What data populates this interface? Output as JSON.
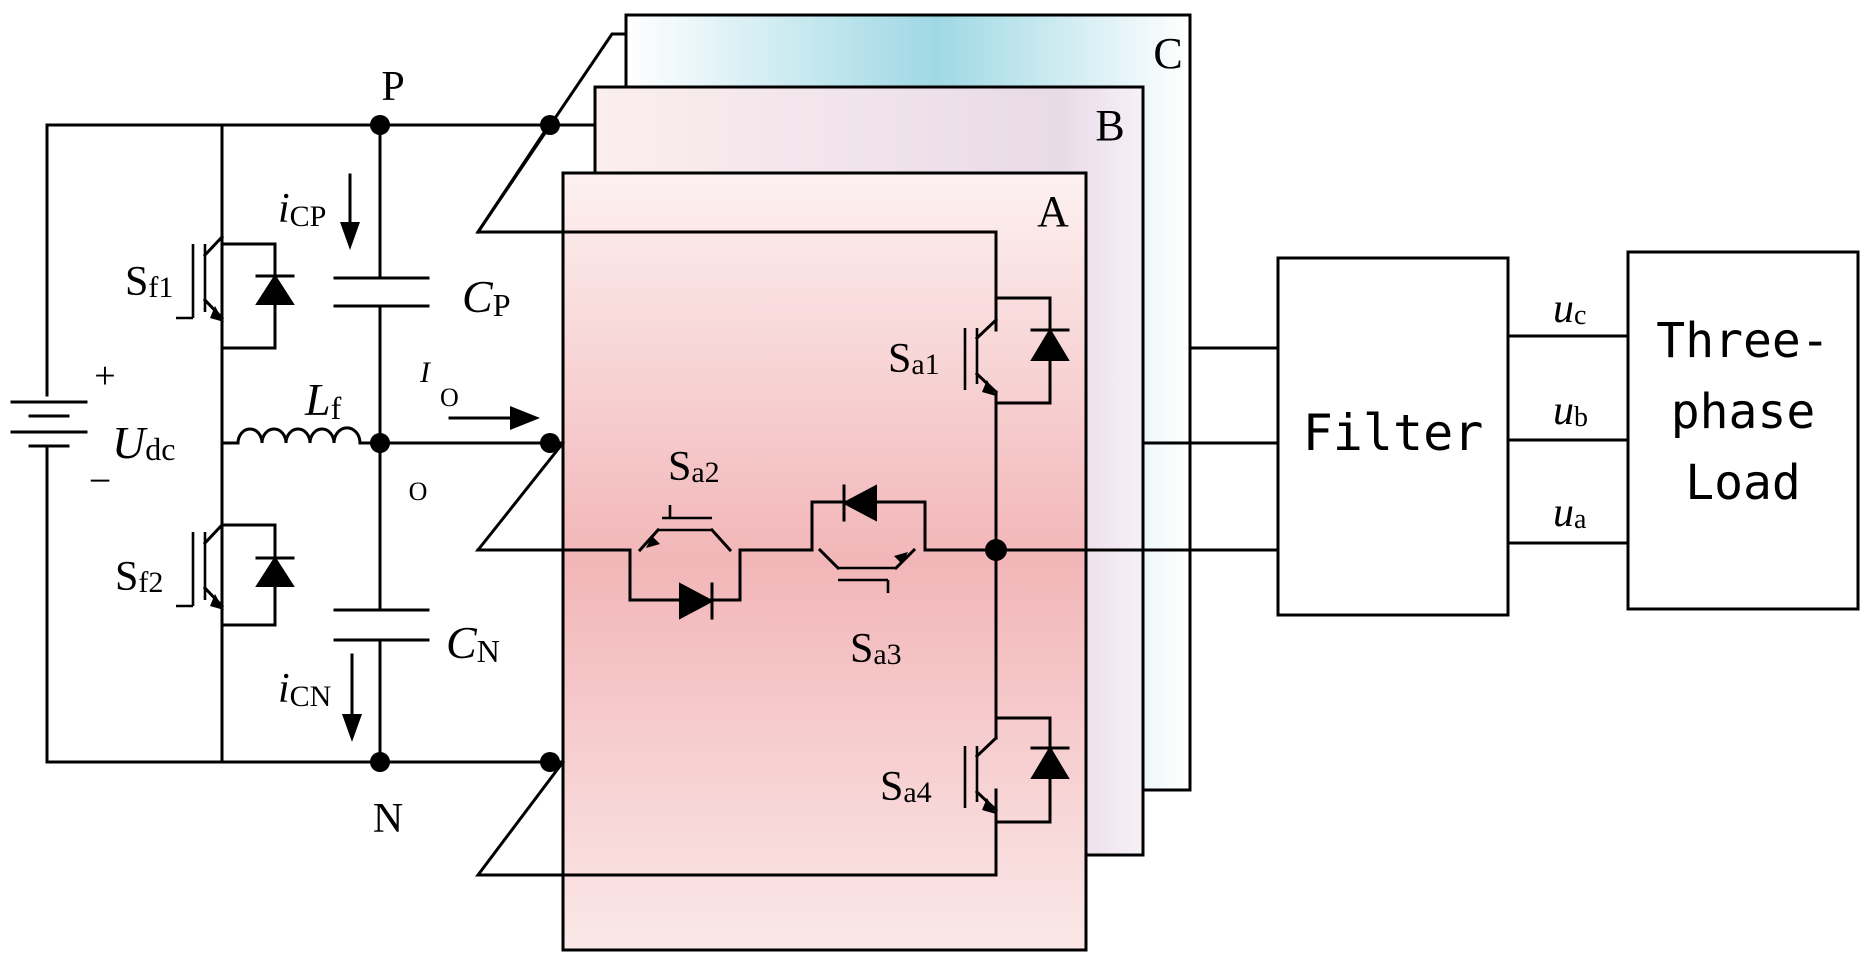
{
  "labels": {
    "node_p": "P",
    "node_n": "N",
    "node_o": "O",
    "current_cp_main": "i",
    "current_cp_sub": "CP",
    "current_cn_main": "i",
    "current_cn_sub": "CN",
    "current_o_main": "I",
    "current_o_sub": "O",
    "cap_p_main": "C",
    "cap_p_sub": "P",
    "cap_n_main": "C",
    "cap_n_sub": "N",
    "inductor_main": "L",
    "inductor_sub": "f",
    "source_main": "U",
    "source_sub": "dc",
    "plus": "+",
    "minus": "−",
    "sf1_main": "S",
    "sf1_sub": "f1",
    "sf2_main": "S",
    "sf2_sub": "f2",
    "sa1_main": "S",
    "sa1_sub": "a1",
    "sa2_main": "S",
    "sa2_sub": "a2",
    "sa3_main": "S",
    "sa3_sub": "a3",
    "sa4_main": "S",
    "sa4_sub": "a4",
    "phase_a": "A",
    "phase_b": "B",
    "phase_c": "C",
    "filter": "Filter",
    "load_line1": "Three-",
    "load_line2": "phase",
    "load_line3": "Load",
    "uc_main": "u",
    "uc_sub": "c",
    "ub_main": "u",
    "ub_sub": "b",
    "ua_main": "u",
    "ua_sub": "a"
  },
  "colors": {
    "panel_a": [
      "#fdf1f1",
      "#f2b6b8",
      "#fbe8e8"
    ],
    "panel_b": [
      "#fbeeee",
      "#e6d8e6",
      "#f7f0f6"
    ],
    "panel_c": [
      "#ffffff",
      "#9fd8e4",
      "#ffffff"
    ],
    "wire": "#000000"
  }
}
